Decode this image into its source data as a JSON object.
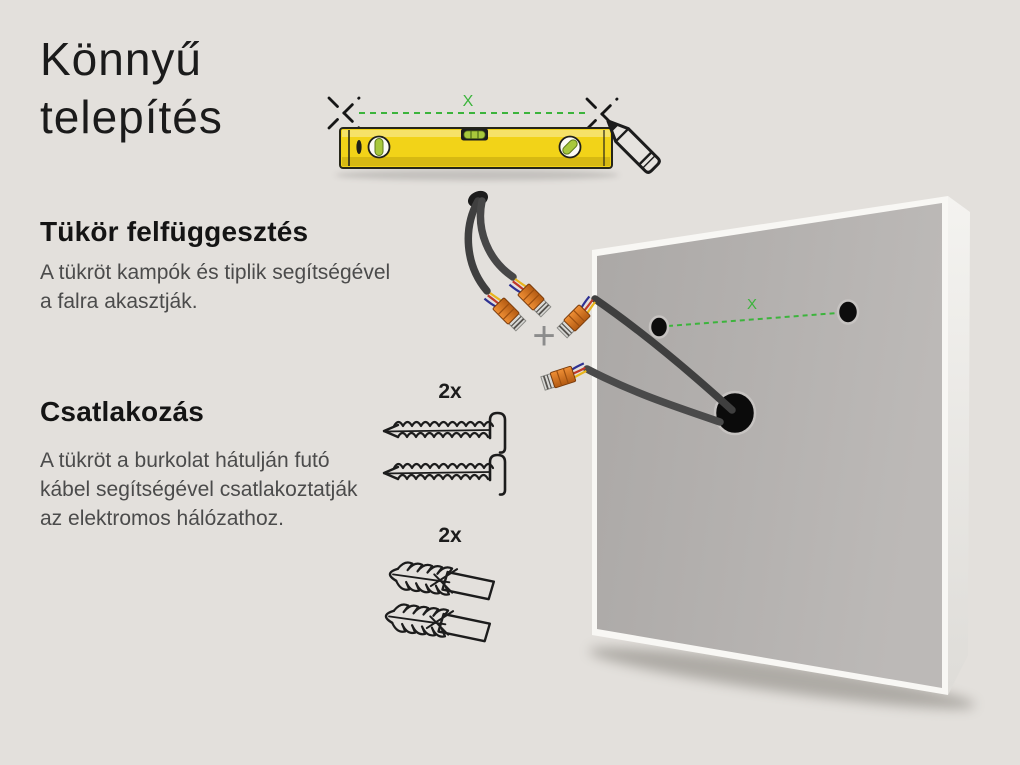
{
  "title": {
    "text": "Könnyű\ntelepítés"
  },
  "sections": [
    {
      "heading": "Tükör felfüggesztés",
      "body": "A tükröt kampók és tiplik segítségével\na falra akasztják."
    },
    {
      "heading": "Csatlakozás",
      "body": "A tükröt a burkolat hátulján futó\nkábel segítségével csatlakoztatják\naz elektromos hálózathoz."
    }
  ],
  "hardware": {
    "hooks_count_label": "2x",
    "plugs_count_label": "2x"
  },
  "annotations": {
    "level_distance_label": "X",
    "panel_distance_label": "X",
    "plus_sign": "+"
  },
  "colors": {
    "background": "#e3e0dc",
    "accent_green": "#3cb43c",
    "level_yellow": "#f2d318",
    "connector_orange": "#d9701f",
    "panel_gray": "#b3b0ae",
    "cable_gray": "#3f3f3f",
    "ink": "#1c1c1c",
    "body_text": "#4b4b4b"
  }
}
